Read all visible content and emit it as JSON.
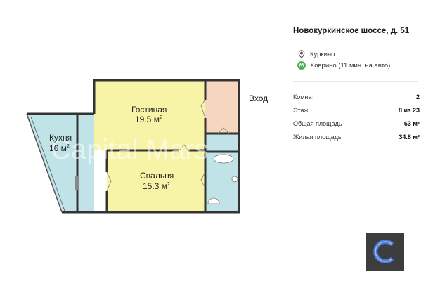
{
  "listing": {
    "address": "Новокуркинское шоссе, д. 51",
    "district": "Куркино",
    "metro": "Ховрино (11 мин. на авто)",
    "metro_color": "#4caf50",
    "stats": [
      {
        "label": "Комнат",
        "value": "2"
      },
      {
        "label": "Этаж",
        "value": "8 из 23"
      },
      {
        "label": "Общая площадь",
        "value": "63 м²"
      },
      {
        "label": "Жилая площадь",
        "value": "34.8 м²"
      }
    ]
  },
  "floorplan": {
    "watermark": "Capital Mars",
    "entrance_label": "Вход",
    "rooms": {
      "kitchen": {
        "name": "Кухня",
        "area": "16 м",
        "sup": "2",
        "fill": "#bfe3e6"
      },
      "living": {
        "name": "Гостиная",
        "area": "19.5 м",
        "sup": "2",
        "fill": "#f7f4a8"
      },
      "bedroom": {
        "name": "Спальня",
        "area": "15.3 м",
        "sup": "2",
        "fill": "#f7f4a8"
      },
      "hallway": {
        "fill": "#f7d6bf"
      },
      "bathroom": {
        "fill": "#bfe3e6"
      }
    }
  },
  "logo": {
    "name": "capital-mars-logo-icon",
    "bg": "#3d3d3d",
    "accent": "#4b7bd8"
  }
}
